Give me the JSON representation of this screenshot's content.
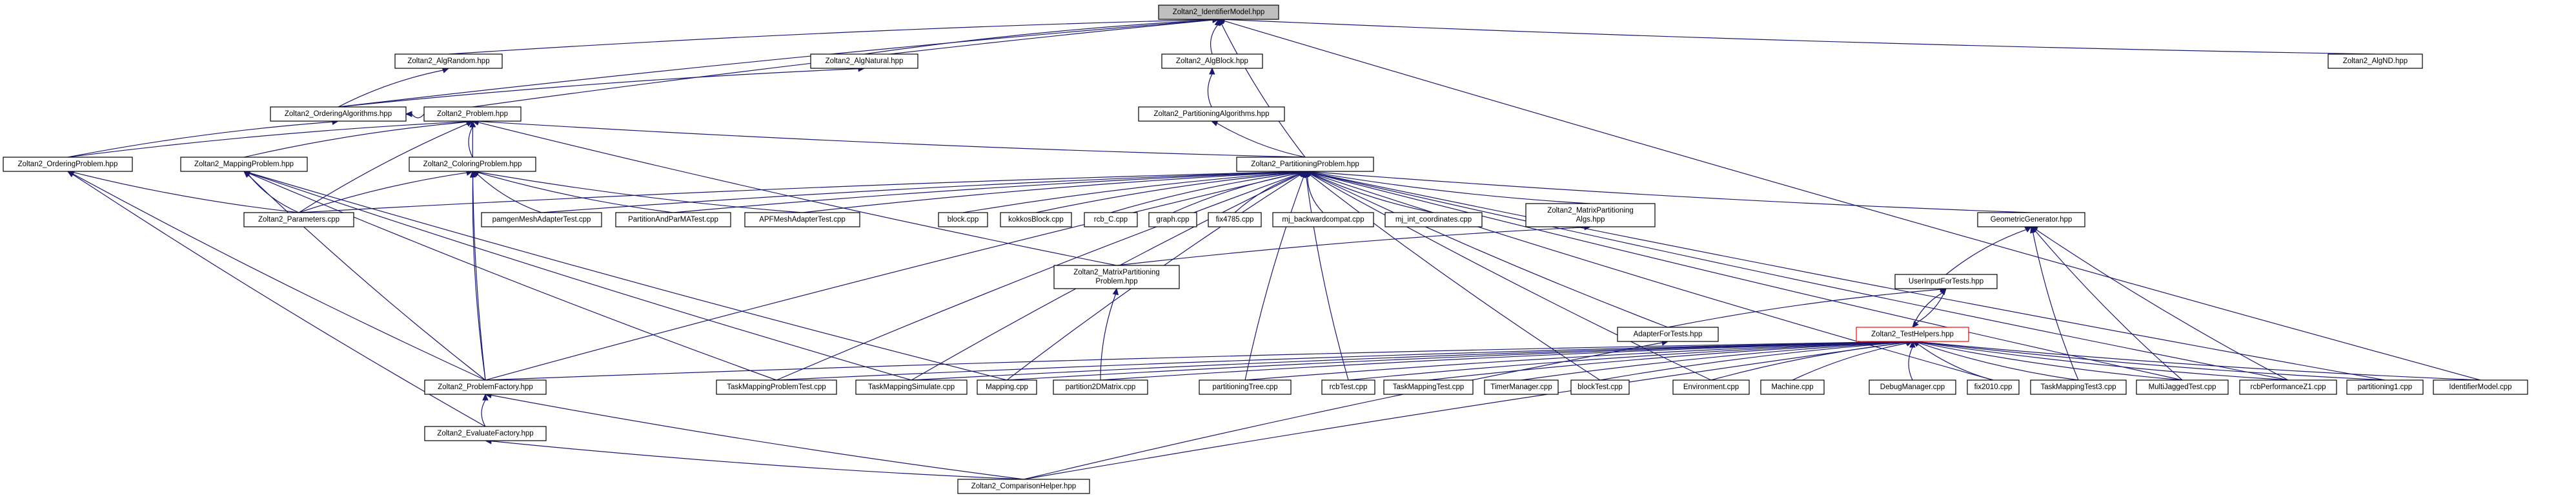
{
  "graph": {
    "nodes": [
      {
        "id": "identifier",
        "lines": [
          "Zoltan2_IdentifierModel.hpp"
        ],
        "root": true
      },
      {
        "id": "algrandom",
        "lines": [
          "Zoltan2_AlgRandom.hpp"
        ]
      },
      {
        "id": "algnatural",
        "lines": [
          "Zoltan2_AlgNatural.hpp"
        ]
      },
      {
        "id": "algblock",
        "lines": [
          "Zoltan2_AlgBlock.hpp"
        ]
      },
      {
        "id": "algnd",
        "lines": [
          "Zoltan2_AlgND.hpp"
        ]
      },
      {
        "id": "orderingalg",
        "lines": [
          "Zoltan2_OrderingAlgorithms.hpp"
        ]
      },
      {
        "id": "problem",
        "lines": [
          "Zoltan2_Problem.hpp"
        ]
      },
      {
        "id": "partitioningalg",
        "lines": [
          "Zoltan2_PartitioningAlgorithms.hpp"
        ]
      },
      {
        "id": "orderingproblem",
        "lines": [
          "Zoltan2_OrderingProblem.hpp"
        ]
      },
      {
        "id": "mappingproblem",
        "lines": [
          "Zoltan2_MappingProblem.hpp"
        ]
      },
      {
        "id": "coloringproblem",
        "lines": [
          "Zoltan2_ColoringProblem.hpp"
        ]
      },
      {
        "id": "partitioningproblem",
        "lines": [
          "Zoltan2_PartitioningProblem.hpp"
        ]
      },
      {
        "id": "parameters",
        "lines": [
          "Zoltan2_Parameters.cpp"
        ]
      },
      {
        "id": "pamgen",
        "lines": [
          "pamgenMeshAdapterTest.cpp"
        ]
      },
      {
        "id": "partitionparma",
        "lines": [
          "PartitionAndParMATest.cpp"
        ]
      },
      {
        "id": "apfmesh",
        "lines": [
          "APFMeshAdapterTest.cpp"
        ]
      },
      {
        "id": "blockcpp",
        "lines": [
          "block.cpp"
        ]
      },
      {
        "id": "kokkosblock",
        "lines": [
          "kokkosBlock.cpp"
        ]
      },
      {
        "id": "rcbc",
        "lines": [
          "rcb_C.cpp"
        ]
      },
      {
        "id": "graphcpp",
        "lines": [
          "graph.cpp"
        ]
      },
      {
        "id": "fix4785",
        "lines": [
          "fix4785.cpp"
        ]
      },
      {
        "id": "mjbackward",
        "lines": [
          "mj_backwardcompat.cpp"
        ]
      },
      {
        "id": "mjintcoords",
        "lines": [
          "mj_int_coordinates.cpp"
        ]
      },
      {
        "id": "matrixpartalgs",
        "lines": [
          "Zoltan2_MatrixPartitioning",
          "Algs.hpp"
        ]
      },
      {
        "id": "geometricgen",
        "lines": [
          "GeometricGenerator.hpp"
        ]
      },
      {
        "id": "matrixpartproblem",
        "lines": [
          "Zoltan2_MatrixPartitioning",
          "Problem.hpp"
        ]
      },
      {
        "id": "userinput",
        "lines": [
          "UserInputForTests.hpp"
        ]
      },
      {
        "id": "adapterfortests",
        "lines": [
          "AdapterForTests.hpp"
        ]
      },
      {
        "id": "testhelpers",
        "lines": [
          "Zoltan2_TestHelpers.hpp"
        ],
        "highlight": true
      },
      {
        "id": "problemfactory",
        "lines": [
          "Zoltan2_ProblemFactory.hpp"
        ]
      },
      {
        "id": "taskmapproblemtest",
        "lines": [
          "TaskMappingProblemTest.cpp"
        ]
      },
      {
        "id": "taskmapsimulate",
        "lines": [
          "TaskMappingSimulate.cpp"
        ]
      },
      {
        "id": "mappingcpp",
        "lines": [
          "Mapping.cpp"
        ]
      },
      {
        "id": "partition2d",
        "lines": [
          "partition2DMatrix.cpp"
        ]
      },
      {
        "id": "partitioningtree",
        "lines": [
          "partitioningTree.cpp"
        ]
      },
      {
        "id": "rcbtest",
        "lines": [
          "rcbTest.cpp"
        ]
      },
      {
        "id": "taskmaptest",
        "lines": [
          "TaskMappingTest.cpp"
        ]
      },
      {
        "id": "timermanager",
        "lines": [
          "TimerManager.cpp"
        ]
      },
      {
        "id": "blocktest",
        "lines": [
          "blockTest.cpp"
        ]
      },
      {
        "id": "environment",
        "lines": [
          "Environment.cpp"
        ]
      },
      {
        "id": "machine",
        "lines": [
          "Machine.cpp"
        ]
      },
      {
        "id": "debugmanager",
        "lines": [
          "DebugManager.cpp"
        ]
      },
      {
        "id": "fix2010",
        "lines": [
          "fix2010.cpp"
        ]
      },
      {
        "id": "taskmaptest3",
        "lines": [
          "TaskMappingTest3.cpp"
        ]
      },
      {
        "id": "multijagged",
        "lines": [
          "MultiJaggedTest.cpp"
        ]
      },
      {
        "id": "rcbperf",
        "lines": [
          "rcbPerformanceZ1.cpp"
        ]
      },
      {
        "id": "partitioning1",
        "lines": [
          "partitioning1.cpp"
        ]
      },
      {
        "id": "identifiercpp",
        "lines": [
          "IdentifierModel.cpp"
        ]
      },
      {
        "id": "evaluatefactory",
        "lines": [
          "Zoltan2_EvaluateFactory.hpp"
        ]
      },
      {
        "id": "comparisonhelper",
        "lines": [
          "Zoltan2_ComparisonHelper.hpp"
        ]
      }
    ],
    "edges": [
      [
        "algrandom",
        "identifier"
      ],
      [
        "algnatural",
        "identifier"
      ],
      [
        "algblock",
        "identifier"
      ],
      [
        "algnd",
        "identifier"
      ],
      [
        "orderingalg",
        "algrandom"
      ],
      [
        "orderingalg",
        "algnatural"
      ],
      [
        "orderingalg",
        "identifier"
      ],
      [
        "problem",
        "identifier"
      ],
      [
        "problem",
        "orderingalg"
      ],
      [
        "partitioningalg",
        "algblock"
      ],
      [
        "orderingproblem",
        "orderingalg"
      ],
      [
        "orderingproblem",
        "problem"
      ],
      [
        "mappingproblem",
        "problem"
      ],
      [
        "coloringproblem",
        "problem"
      ],
      [
        "partitioningproblem",
        "identifier"
      ],
      [
        "partitioningproblem",
        "problem"
      ],
      [
        "partitioningproblem",
        "partitioningalg"
      ],
      [
        "parameters",
        "orderingproblem"
      ],
      [
        "parameters",
        "mappingproblem"
      ],
      [
        "parameters",
        "coloringproblem"
      ],
      [
        "parameters",
        "problem"
      ],
      [
        "parameters",
        "partitioningproblem"
      ],
      [
        "pamgen",
        "partitioningproblem"
      ],
      [
        "pamgen",
        "coloringproblem"
      ],
      [
        "partitionparma",
        "partitioningproblem"
      ],
      [
        "partitionparma",
        "coloringproblem"
      ],
      [
        "apfmesh",
        "partitioningproblem"
      ],
      [
        "apfmesh",
        "coloringproblem"
      ],
      [
        "blockcpp",
        "partitioningproblem"
      ],
      [
        "kokkosblock",
        "partitioningproblem"
      ],
      [
        "rcbc",
        "partitioningproblem"
      ],
      [
        "graphcpp",
        "partitioningproblem"
      ],
      [
        "fix4785",
        "partitioningproblem"
      ],
      [
        "mjbackward",
        "partitioningproblem"
      ],
      [
        "mjintcoords",
        "partitioningproblem"
      ],
      [
        "matrixpartalgs",
        "partitioningproblem"
      ],
      [
        "geometricgen",
        "partitioningproblem"
      ],
      [
        "matrixpartproblem",
        "problem"
      ],
      [
        "matrixpartproblem",
        "matrixpartalgs"
      ],
      [
        "userinput",
        "geometricgen"
      ],
      [
        "adapterfortests",
        "partitioningproblem"
      ],
      [
        "adapterfortests",
        "userinput"
      ],
      [
        "testhelpers",
        "userinput"
      ],
      [
        "userinput",
        "testhelpers"
      ],
      [
        "problemfactory",
        "orderingproblem"
      ],
      [
        "problemfactory",
        "mappingproblem"
      ],
      [
        "problemfactory",
        "coloringproblem"
      ],
      [
        "problemfactory",
        "partitioningproblem"
      ],
      [
        "problemfactory",
        "problem"
      ],
      [
        "problemfactory",
        "testhelpers"
      ],
      [
        "taskmapproblemtest",
        "mappingproblem"
      ],
      [
        "taskmapproblemtest",
        "partitioningproblem"
      ],
      [
        "taskmapproblemtest",
        "testhelpers"
      ],
      [
        "taskmapsimulate",
        "mappingproblem"
      ],
      [
        "taskmapsimulate",
        "partitioningproblem"
      ],
      [
        "taskmapsimulate",
        "testhelpers"
      ],
      [
        "mappingcpp",
        "mappingproblem"
      ],
      [
        "mappingcpp",
        "partitioningproblem"
      ],
      [
        "mappingcpp",
        "testhelpers"
      ],
      [
        "partition2d",
        "matrixpartproblem"
      ],
      [
        "partition2d",
        "testhelpers"
      ],
      [
        "partitioningtree",
        "partitioningproblem"
      ],
      [
        "partitioningtree",
        "testhelpers"
      ],
      [
        "rcbtest",
        "partitioningproblem"
      ],
      [
        "rcbtest",
        "testhelpers"
      ],
      [
        "taskmaptest",
        "testhelpers"
      ],
      [
        "timermanager",
        "testhelpers"
      ],
      [
        "blocktest",
        "partitioningproblem"
      ],
      [
        "blocktest",
        "testhelpers"
      ],
      [
        "environment",
        "partitioningproblem"
      ],
      [
        "environment",
        "testhelpers"
      ],
      [
        "machine",
        "testhelpers"
      ],
      [
        "debugmanager",
        "testhelpers"
      ],
      [
        "fix2010",
        "partitioningproblem"
      ],
      [
        "fix2010",
        "testhelpers"
      ],
      [
        "taskmaptest3",
        "geometricgen"
      ],
      [
        "taskmaptest3",
        "testhelpers"
      ],
      [
        "multijagged",
        "geometricgen"
      ],
      [
        "multijagged",
        "partitioningproblem"
      ],
      [
        "multijagged",
        "testhelpers"
      ],
      [
        "rcbperf",
        "geometricgen"
      ],
      [
        "rcbperf",
        "partitioningproblem"
      ],
      [
        "rcbperf",
        "testhelpers"
      ],
      [
        "partitioning1",
        "partitioningproblem"
      ],
      [
        "partitioning1",
        "testhelpers"
      ],
      [
        "identifiercpp",
        "identifier"
      ],
      [
        "identifiercpp",
        "testhelpers"
      ],
      [
        "evaluatefactory",
        "problemfactory"
      ],
      [
        "evaluatefactory",
        "orderingproblem"
      ],
      [
        "comparisonhelper",
        "evaluatefactory"
      ],
      [
        "comparisonhelper",
        "problemfactory"
      ],
      [
        "comparisonhelper",
        "testhelpers"
      ],
      [
        "comparisonhelper",
        "adapterfortests"
      ]
    ]
  }
}
